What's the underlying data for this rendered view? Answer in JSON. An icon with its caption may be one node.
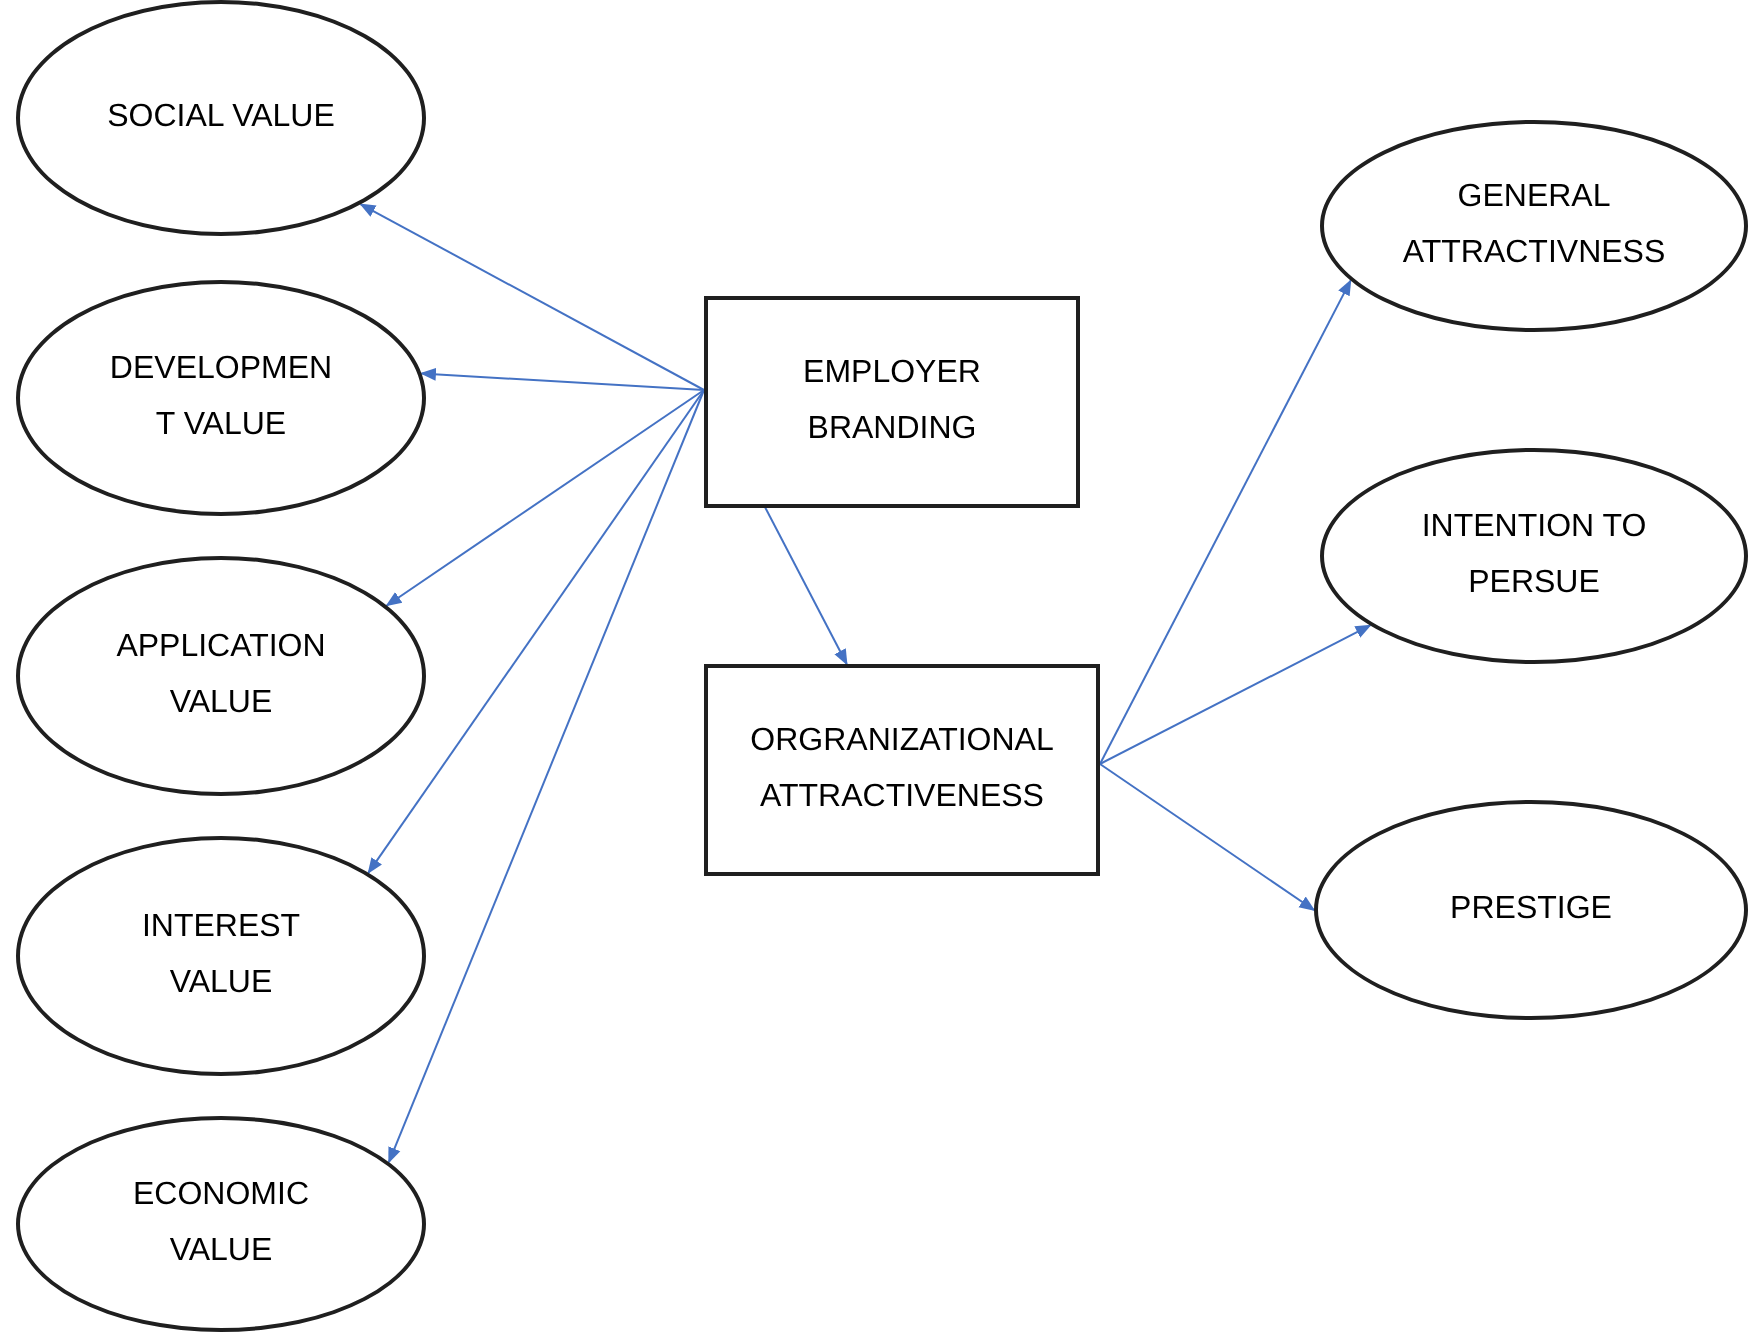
{
  "diagram": {
    "nodes": [
      {
        "text": [
          "SOCIAL VALUE"
        ]
      },
      {
        "text": [
          "DEVELOPMEN T VALUE"
        ]
      },
      {
        "text": [
          "APPLICATION VALUE"
        ]
      },
      {
        "text": [
          "INTEREST VALUE"
        ]
      },
      {
        "text": [
          "ECONOMIC VALUE"
        ]
      },
      {
        "text": [
          "EMPLOYER BRANDING"
        ]
      },
      {
        "text": [
          "ORGRANIZATIONAL ATTRACTIVENESS"
        ]
      },
      {
        "text": [
          "GENERAL ATTRACTIVNESS"
        ]
      },
      {
        "text": [
          "INTENTION TO PERSUE"
        ]
      },
      {
        "text": [
          "PRESTIGE"
        ]
      }
    ],
    "edges": [
      {
        "from": 5,
        "to": 0,
        "arrow": "to"
      },
      {
        "from": 5,
        "to": 1,
        "arrow": "to"
      },
      {
        "from": 5,
        "to": 2,
        "arrow": "to"
      },
      {
        "from": 5,
        "to": 3,
        "arrow": "to"
      },
      {
        "from": 5,
        "to": 4,
        "arrow": "to"
      },
      {
        "from": 5,
        "to": 6,
        "arrow": "to"
      },
      {
        "from": 6,
        "to": 7,
        "arrow": "to"
      },
      {
        "from": 6,
        "to": 8,
        "arrow": "to"
      },
      {
        "from": 6,
        "to": 9,
        "arrow": "to"
      }
    ]
  }
}
